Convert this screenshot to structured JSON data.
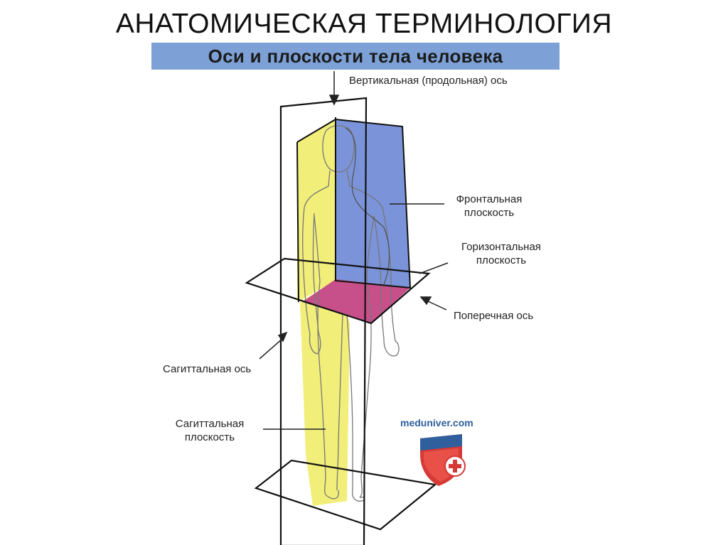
{
  "slide": {
    "title": "АНАТОМИЧЕСКАЯ ТЕРМИНОЛОГИЯ",
    "banner": "Оси и плоскости тела человека"
  },
  "labels": {
    "vertical_axis": "Вертикальная (продольная) ось",
    "frontal_plane_1": "Фронтальная",
    "frontal_plane_2": "плоскость",
    "horizontal_plane_1": "Горизонтальная",
    "horizontal_plane_2": "плоскость",
    "transverse_axis": "Поперечная ось",
    "sagittal_axis": "Сагиттальная ось",
    "sagittal_plane_1": "Сагиттальная",
    "sagittal_plane_2": "плоскость"
  },
  "logo": {
    "text": "meduniver.com",
    "icon": "shield-cross-icon"
  },
  "colors": {
    "banner": "#7da1d6",
    "frontal_plane": "#7b93d9",
    "sagittal_plane": "#f2ee7a",
    "horizontal_plane": "#c8508a",
    "logo_blue": "#2f5f9c",
    "logo_red": "#d63a36"
  }
}
